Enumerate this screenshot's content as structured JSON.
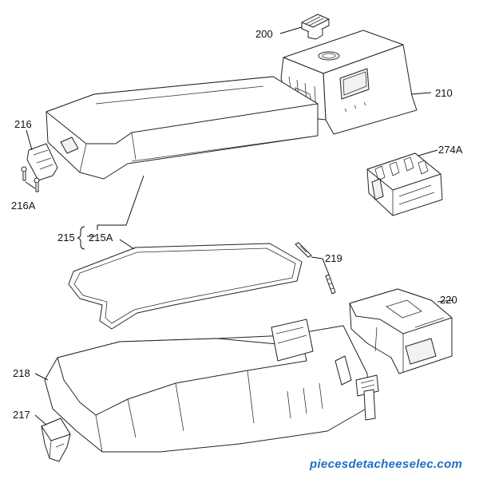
{
  "labels": {
    "l200": "200",
    "l210": "210",
    "l216": "216",
    "l216a": "216A",
    "l274a": "274A",
    "l215": "215",
    "l215a": "215A",
    "l219": "219",
    "l220": "220",
    "l218": "218",
    "l217": "217"
  },
  "watermark": "piecesdetacheeselec.com",
  "colors": {
    "ink": "#222222",
    "watermark": "#1e6fc0"
  }
}
